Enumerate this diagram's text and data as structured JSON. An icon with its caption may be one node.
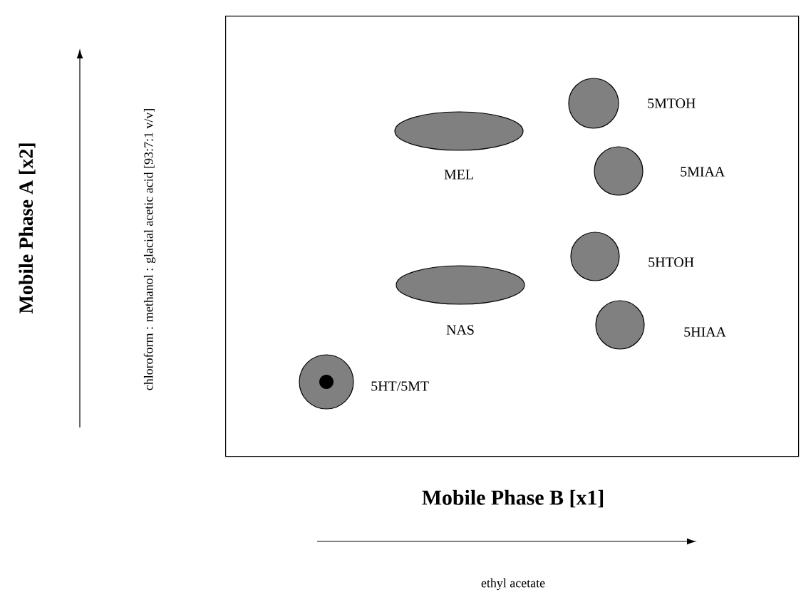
{
  "diagram": {
    "nodes": [
      {
        "text": [],
        "shape": "box"
      },
      {
        "text": [
          "MEL"
        ],
        "in": 0
      },
      {
        "text": [
          "5MTOH"
        ],
        "in": 0
      },
      {
        "text": [
          "5MIAA"
        ],
        "in": 0
      },
      {
        "text": [
          "5HTOH"
        ],
        "in": 0
      },
      {
        "text": [
          "NAS"
        ],
        "in": 0
      },
      {
        "text": [
          "5HIAA"
        ],
        "in": 0
      },
      {
        "text": [
          "5HT/5MT"
        ],
        "in": 0
      }
    ],
    "edges": [],
    "labels": [
      "Mobile Phase A [x2]",
      "chloroform : methanol : glacial acetic acid [93:7:1 v/v]",
      "Mobile Phase B [x1]",
      "ethyl acetate"
    ]
  }
}
